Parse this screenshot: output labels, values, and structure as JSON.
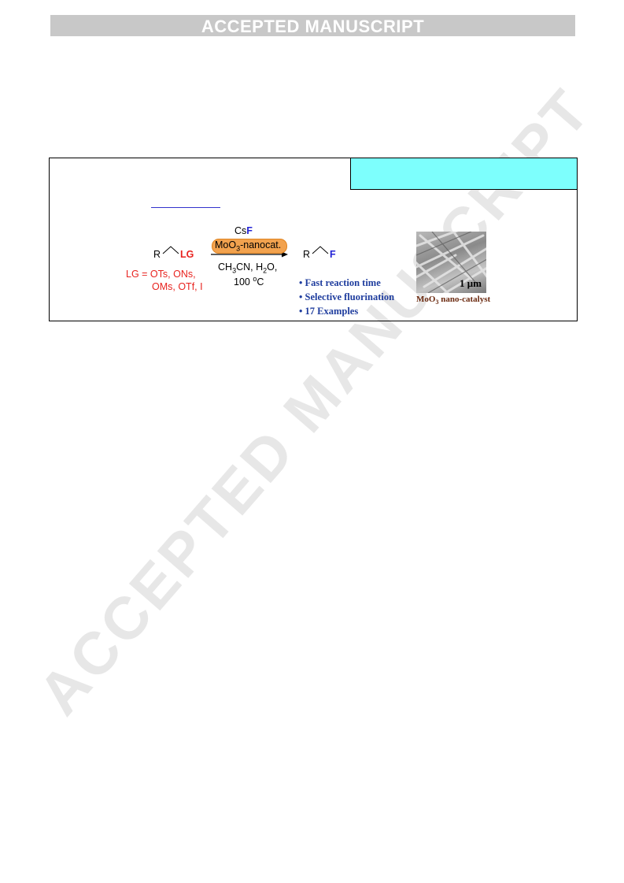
{
  "banner": {
    "text": "ACCEPTED MANUSCRIPT"
  },
  "watermark": {
    "text": "ACCEPTED MANUSCRIPT"
  },
  "scheme": {
    "reactant_r": "R",
    "reactant_lg": "LG",
    "lg_prefix": "LG = ",
    "lg_line1": "OTs, ONs,",
    "lg_line2": "OMs, OTf, I",
    "reagent_cs": "Cs",
    "reagent_f": "F",
    "catalyst_pre": "MoO",
    "catalyst_sub": "3",
    "catalyst_post": "-nanocat.",
    "cond1_a": "CH",
    "cond1_sub1": "3",
    "cond1_b": "CN, H",
    "cond1_sub2": "2",
    "cond1_c": "O,",
    "cond2_a": "100 ",
    "cond2_sup": "o",
    "cond2_b": "C",
    "product_r": "R",
    "product_f": "F"
  },
  "highlights": [
    "• Fast reaction time",
    "• Selective fluorination",
    "• 17 Examples"
  ],
  "image": {
    "scale_label": "1 μm",
    "caption_pre": "MoO",
    "caption_sub": "3",
    "caption_post": " nano-catalyst"
  },
  "colors": {
    "leaving_group": "#e8231f",
    "fluorine": "#2323d6",
    "highlight_text": "#1f3d9e",
    "catalyst_pill": "#f2a24e",
    "cyan_box": "#7dfffd",
    "caption": "#6b2a10"
  }
}
